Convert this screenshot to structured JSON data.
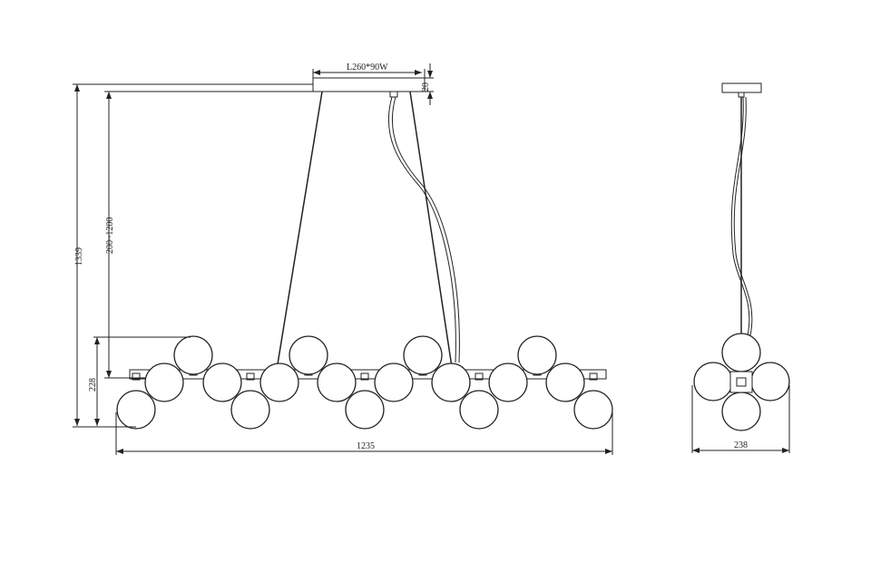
{
  "dimensions": {
    "canopy": "L260*90W",
    "canopy_height": "20",
    "total_height": "1339",
    "adjustable": "200~1200",
    "body_height": "228",
    "length": "1235",
    "width": "238"
  }
}
